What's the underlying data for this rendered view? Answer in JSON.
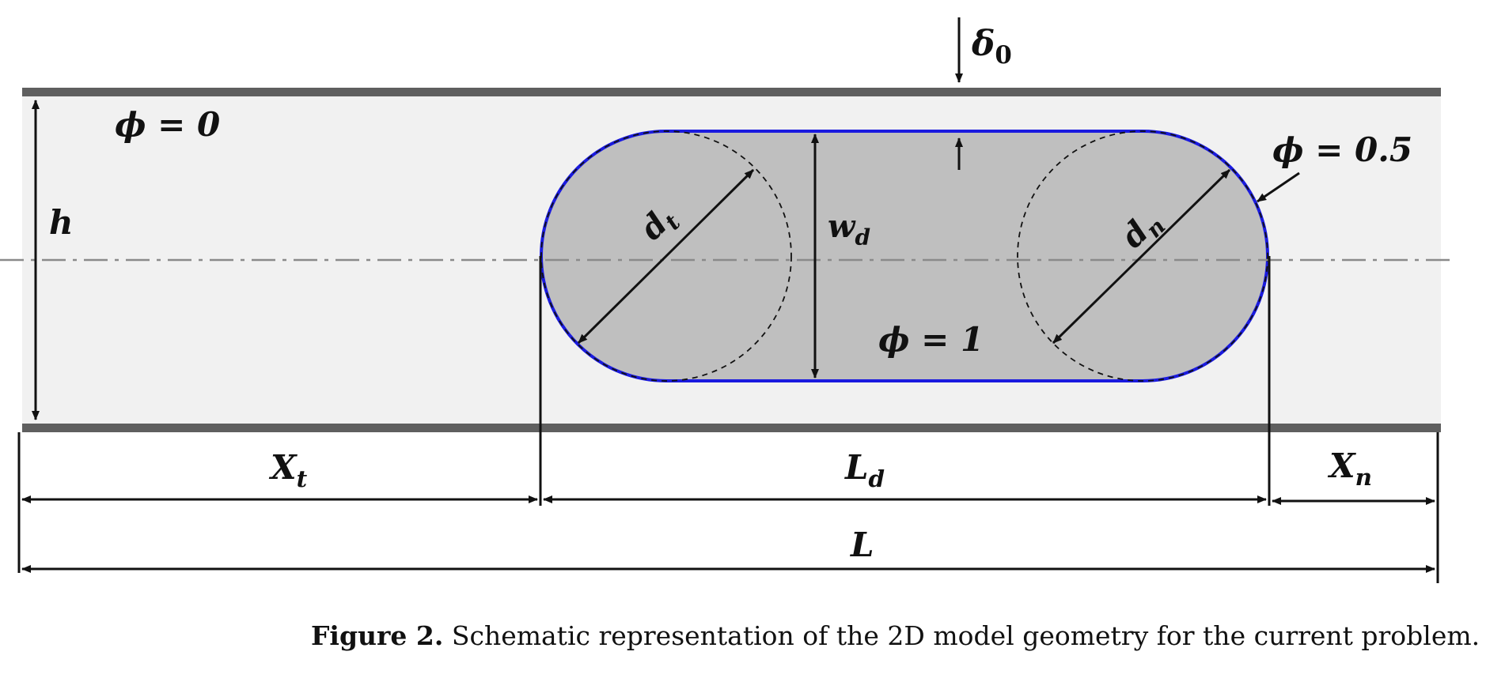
{
  "labels": {
    "delta": "δ",
    "delta_sub": "0",
    "phi0": "ϕ = 0",
    "phi05": "ϕ = 0.5",
    "phi1": "ϕ = 1",
    "h": "h",
    "dt_main": "d",
    "dt_sub": "t",
    "dn_main": "d",
    "dn_sub": "n",
    "wd_main": "w",
    "wd_sub": "d",
    "Xt_main": "X",
    "Xt_sub": "t",
    "Ld_main": "L",
    "Ld_sub": "d",
    "Xn_main": "X",
    "Xn_sub": "n",
    "L": "L"
  },
  "colors": {
    "wall": "#5f5f5f",
    "channel": "#f1f1f1",
    "droplet_fill": "#bfbfbf",
    "interface": "#1a1adf",
    "centerline": "#8a8a8a"
  },
  "caption": {
    "label": "Figure 2.",
    "text": " Schematic representation of the 2D model geometry for the current problem."
  }
}
